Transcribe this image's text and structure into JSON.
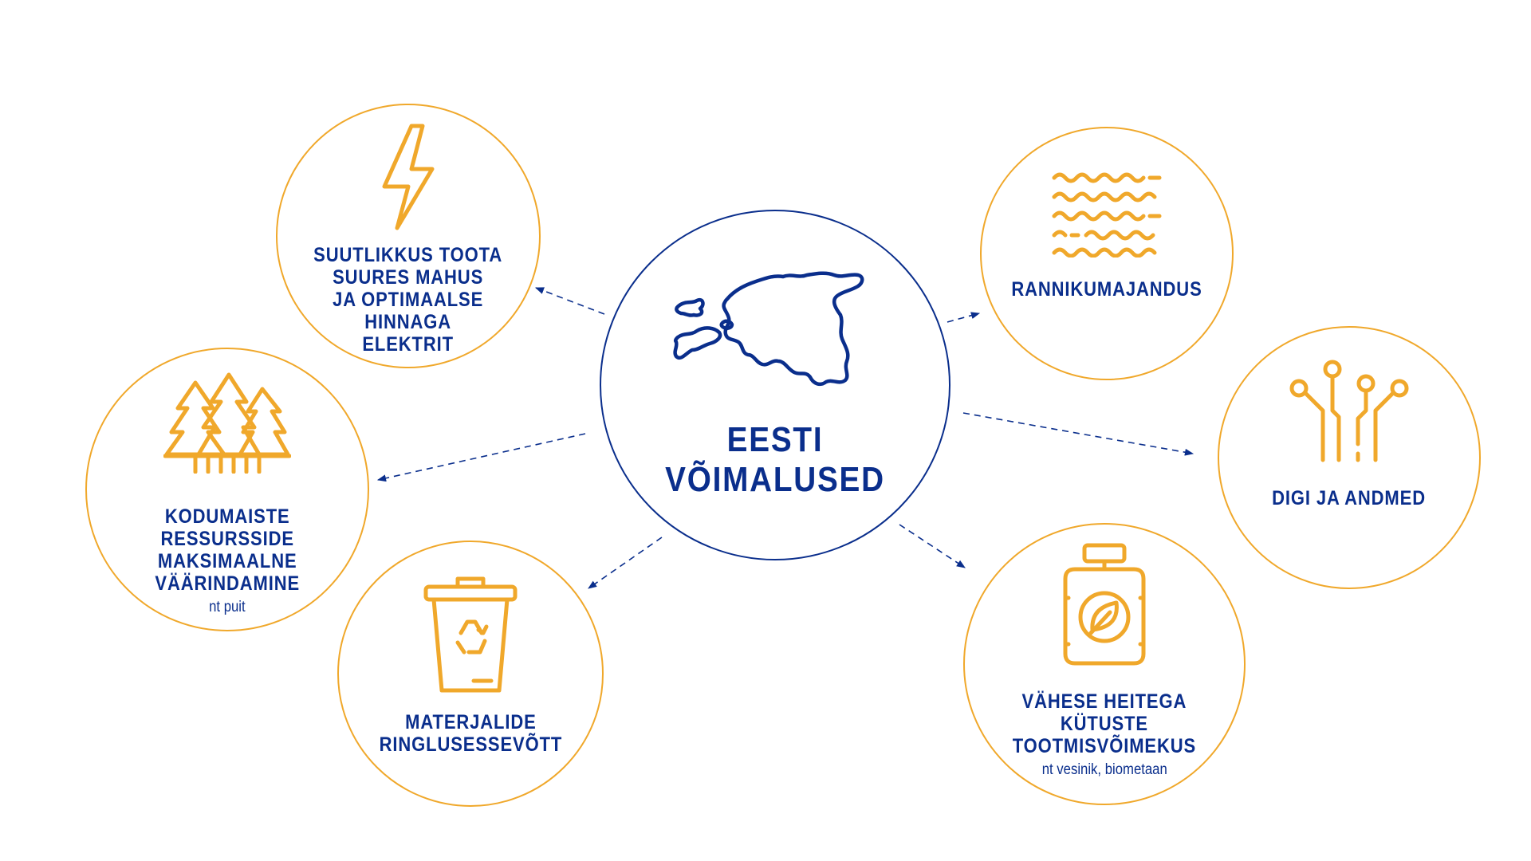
{
  "colors": {
    "navy": "#0a2e8c",
    "orange": "#f0a82b"
  },
  "center": {
    "title": "EESTI\nVÕIMALUSED",
    "icon": "estonia-map-icon"
  },
  "nodes": [
    {
      "id": "electricity",
      "label": "SUUTLIKKUS TOOTA\nSUURES MAHUS\nJA OPTIMAALSE\nHINNAGA\nELEKTRIT",
      "sub": "",
      "icon": "lightning-icon"
    },
    {
      "id": "resources",
      "label": "KODUMAISTE\nRESSURSSIDE\nMAKSIMAALNE\nVÄÄRINDAMINE",
      "sub": "nt puit",
      "icon": "forest-icon"
    },
    {
      "id": "materials",
      "label": "MATERJALIDE\nRINGLUSESSEVÕTT",
      "sub": "",
      "icon": "recycle-bin-icon"
    },
    {
      "id": "coastal",
      "label": "RANNIKUMAJANDUS",
      "sub": "",
      "icon": "waves-icon"
    },
    {
      "id": "digital",
      "label": "DIGI JA ANDMED",
      "sub": "",
      "icon": "circuit-icon"
    },
    {
      "id": "fuels",
      "label": "VÄHESE HEITEGA\nKÜTUSTE\nTOOTMISVÕIMEKUS",
      "sub": "nt vesinik, biometaan",
      "icon": "gas-cylinder-leaf-icon"
    }
  ]
}
